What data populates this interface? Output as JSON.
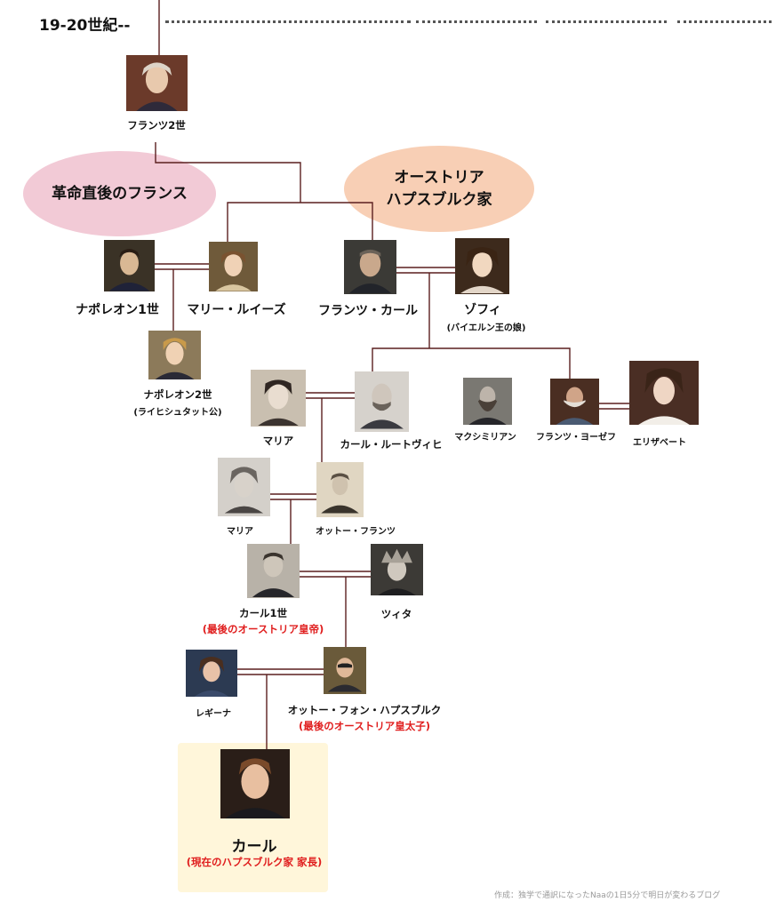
{
  "era_label": "19-20世紀--",
  "factions": {
    "france": "革命直後のフランス",
    "austria_line1": "オーストリア",
    "austria_line2": "ハプスブルク家"
  },
  "people": {
    "franz2": "フランツ2世",
    "napoleon1": "ナポレオン1世",
    "marie_louise": "マリー・ルイーズ",
    "franz_karl": "フランツ・カール",
    "sophie": "ゾフィ",
    "sophie_note": "(バイエルン王の娘)",
    "napoleon2": "ナポレオン2世",
    "napoleon2_note": "(ライヒシュタット公)",
    "maria1": "マリア",
    "karl_ludwig": "カール・ルートヴィヒ",
    "maximilian": "マクシミリアン",
    "franz_joseph": "フランツ・ヨーゼフ",
    "elisabeth": "エリザベート",
    "maria2": "マリア",
    "otto_franz": "オットー・フランツ",
    "karl1": "カール1世",
    "karl1_note": "(最後のオーストリア皇帝)",
    "zita": "ツィタ",
    "regina": "レギーナ",
    "otto_habsburg": "オットー・フォン・ハプスブルク",
    "otto_note": "(最後のオーストリア皇太子)",
    "karl": "カール",
    "karl_note": "(現在のハプスブルク家 家長)"
  },
  "credit": "作成：独学で通訳になったNaaの1日5分で明日が変わるブログ",
  "colors": {
    "line": "#5a1f1f",
    "france": "#f2cad6",
    "austria": "#f8cfb5",
    "highlight": "#fff6da",
    "note": "#e01e1e"
  }
}
